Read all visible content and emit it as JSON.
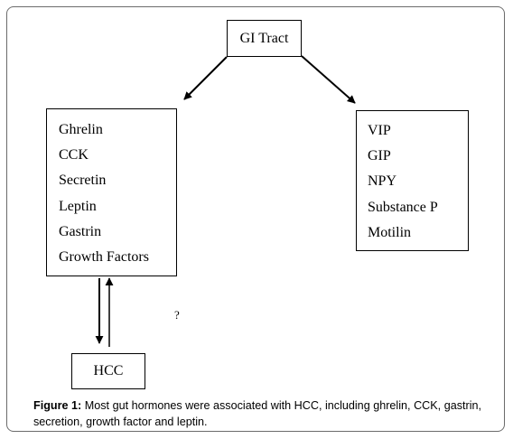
{
  "diagram": {
    "root": {
      "label": "GI Tract"
    },
    "left_list": [
      "Ghrelin",
      "CCK",
      "Secretin",
      "Leptin",
      "Gastrin",
      "Growth Factors"
    ],
    "right_list": [
      "VIP",
      "GIP",
      "NPY",
      "Substance P",
      "Motilin"
    ],
    "bottom": {
      "label": "HCC"
    },
    "question_mark": "?"
  },
  "caption": {
    "label": "Figure 1:",
    "text": " Most gut hormones were associated with HCC, including ghrelin, CCK, gastrin, secretion, growth factor and leptin."
  }
}
